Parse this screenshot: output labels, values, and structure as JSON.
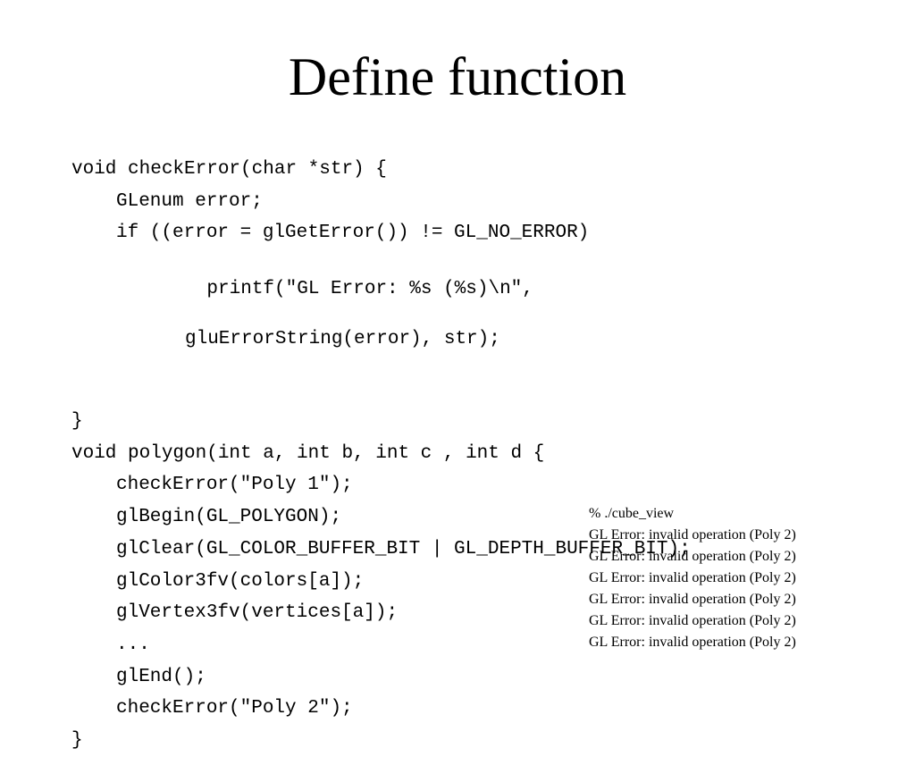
{
  "slide": {
    "title": "Define function"
  },
  "code": {
    "lines": [
      {
        "indent": 0,
        "text": "void checkError(char *str) {"
      },
      {
        "indent": 1,
        "text": "GLenum error;"
      },
      {
        "indent": 1,
        "text": "if ((error = glGetError()) != GL_NO_ERROR)"
      },
      {
        "indent": 2,
        "text": "printf(\"GL Error: %s (%s)\\n\",",
        "continuation": "gluErrorString(error), str);"
      },
      {
        "indent": 0,
        "text": "}"
      },
      {
        "indent": 0,
        "text": "void polygon(int a, int b, int c , int d {"
      },
      {
        "indent": 1,
        "text": "checkError(\"Poly 1\");"
      },
      {
        "indent": 1,
        "text": "glBegin(GL_POLYGON);"
      },
      {
        "indent": 1,
        "text": "glClear(GL_COLOR_BUFFER_BIT | GL_DEPTH_BUFFER_BIT);"
      },
      {
        "indent": 1,
        "text": "glColor3fv(colors[a]);"
      },
      {
        "indent": 1,
        "text": "glVertex3fv(vertices[a]);"
      },
      {
        "indent": 1,
        "text": "..."
      },
      {
        "indent": 1,
        "text": "glEnd();"
      },
      {
        "indent": 1,
        "text": "checkError(\"Poly 2\");"
      },
      {
        "indent": 0,
        "text": "}"
      }
    ]
  },
  "console": {
    "lines": [
      "% ./cube_view",
      "GL Error: invalid operation (Poly 2)",
      "GL Error: invalid operation (Poly 2)",
      "GL Error: invalid operation (Poly 2)",
      "GL Error: invalid operation (Poly 2)",
      "GL Error: invalid operation (Poly 2)",
      "GL Error: invalid operation (Poly 2)"
    ]
  }
}
